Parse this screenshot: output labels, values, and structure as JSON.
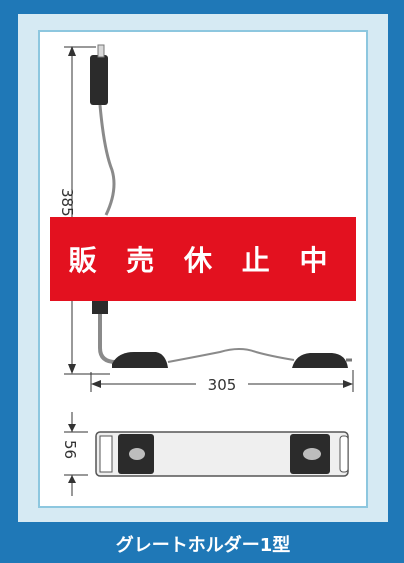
{
  "banner_text": "販 売 休 止 中",
  "caption": "グレートホルダー1型",
  "dimensions": {
    "height": "385",
    "width": "305",
    "thickness": "56"
  },
  "colors": {
    "frame": "#1f78b7",
    "panel": "#d6eaf3",
    "banner": "#e3111f"
  }
}
